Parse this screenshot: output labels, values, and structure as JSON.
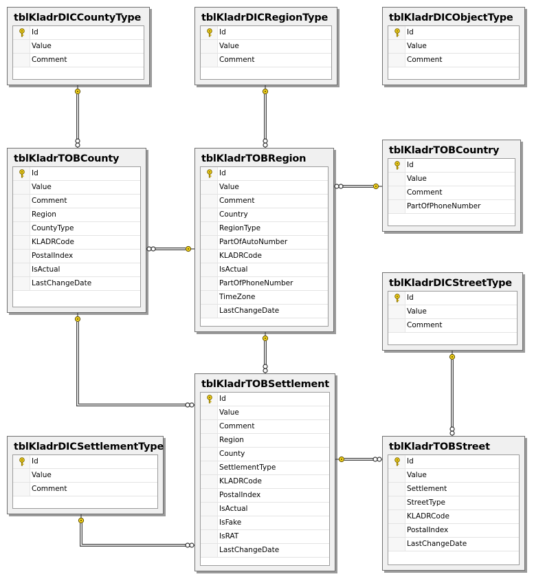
{
  "diagram": {
    "tables": [
      {
        "id": "county_type",
        "title": "tblKladrDICCountyType",
        "columns": [
          "Id",
          "Value",
          "Comment"
        ],
        "pk": "Id"
      },
      {
        "id": "region_type",
        "title": "tblKladrDICRegionType",
        "columns": [
          "Id",
          "Value",
          "Comment"
        ],
        "pk": "Id"
      },
      {
        "id": "object_type",
        "title": "tblKladrDICObjectType",
        "columns": [
          "Id",
          "Value",
          "Comment"
        ],
        "pk": "Id"
      },
      {
        "id": "county",
        "title": "tblKladrTOBCounty",
        "columns": [
          "Id",
          "Value",
          "Comment",
          "Region",
          "CountyType",
          "KLADRCode",
          "PostalIndex",
          "IsActual",
          "LastChangeDate"
        ],
        "pk": "Id"
      },
      {
        "id": "region",
        "title": "tblKladrTOBRegion",
        "columns": [
          "Id",
          "Value",
          "Comment",
          "Country",
          "RegionType",
          "PartOfAutoNumber",
          "KLADRCode",
          "IsActual",
          "PartOfPhoneNumber",
          "TimeZone",
          "LastChangeDate"
        ],
        "pk": "Id"
      },
      {
        "id": "country",
        "title": "tblKladrTOBCountry",
        "columns": [
          "Id",
          "Value",
          "Comment",
          "PartOfPhoneNumber"
        ],
        "pk": "Id"
      },
      {
        "id": "street_type",
        "title": "tblKladrDICStreetType",
        "columns": [
          "Id",
          "Value",
          "Comment"
        ],
        "pk": "Id"
      },
      {
        "id": "settlement",
        "title": "tblKladrTOBSettlement",
        "columns": [
          "Id",
          "Value",
          "Comment",
          "Region",
          "County",
          "SettlementType",
          "KLADRCode",
          "PostalIndex",
          "IsActual",
          "IsFake",
          "IsRAT",
          "LastChangeDate"
        ],
        "pk": "Id"
      },
      {
        "id": "settlement_type",
        "title": "tblKladrDICSettlementType",
        "columns": [
          "Id",
          "Value",
          "Comment"
        ],
        "pk": "Id"
      },
      {
        "id": "street",
        "title": "tblKladrTOBStreet",
        "columns": [
          "Id",
          "Value",
          "Settlement",
          "StreetType",
          "KLADRCode",
          "PostalIndex",
          "LastChangeDate"
        ],
        "pk": "Id"
      }
    ],
    "relationships": [
      {
        "one": "county_type",
        "many": "county"
      },
      {
        "one": "region_type",
        "many": "region"
      },
      {
        "one": "country",
        "many": "region"
      },
      {
        "one": "region",
        "many": "county"
      },
      {
        "one": "region",
        "many": "settlement"
      },
      {
        "one": "county",
        "many": "settlement"
      },
      {
        "one": "settlement_type",
        "many": "settlement"
      },
      {
        "one": "street_type",
        "many": "street"
      },
      {
        "one": "settlement",
        "many": "street"
      }
    ],
    "colors": {
      "pane": "#f0f0f0",
      "border": "#6f6f6f",
      "key": "#f2d21c",
      "line": "#404040"
    }
  }
}
